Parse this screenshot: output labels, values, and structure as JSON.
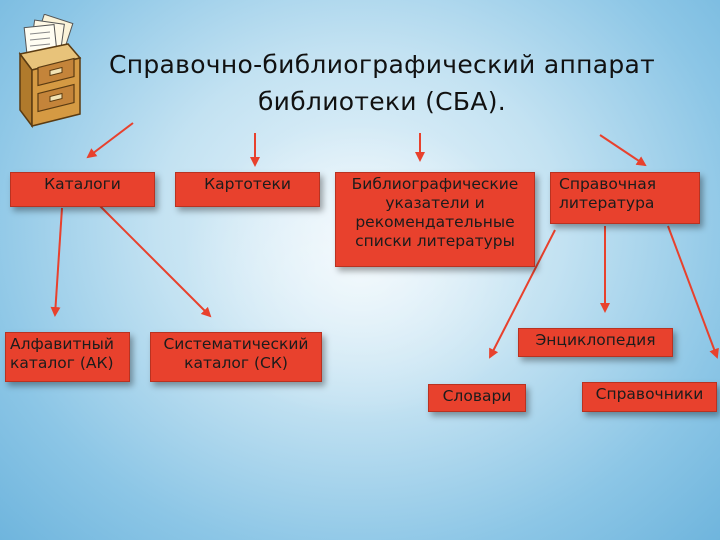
{
  "title": {
    "line1": "Справочно-библиографический аппарат",
    "line2": "библиотеки (СБА)."
  },
  "logo_icon": "card-catalog-drawer-icon",
  "colors": {
    "box_fill": "#e8412d",
    "arrow": "#e8412d",
    "background": "#a9d4ec"
  },
  "nodes": {
    "katalogi": "Каталоги",
    "kartoteki": "Картотеки",
    "bibliographic": "Библиографические\nуказатели и\nрекомендательные\nсписки литературы",
    "reference": "Справочная\nлитература",
    "alphabetical": "Алфавитный\nкаталог  (АК)",
    "systematic": "Систематический\nкаталог (СК)",
    "encyclopedia": "Энциклопедия",
    "dictionaries": "Словари",
    "handbooks": "Справочники"
  }
}
